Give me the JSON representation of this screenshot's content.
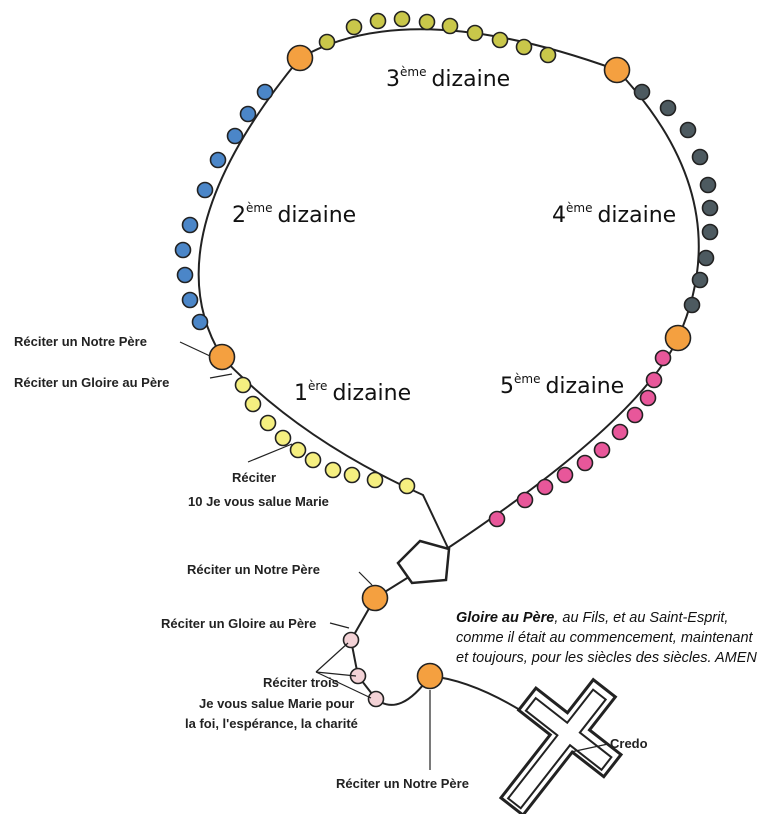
{
  "dizaines": [
    {
      "prefix": "1",
      "sup": "ère",
      "word": "dizaine"
    },
    {
      "prefix": "2",
      "sup": "ème",
      "word": "dizaine"
    },
    {
      "prefix": "3",
      "sup": "ème",
      "word": "dizaine"
    },
    {
      "prefix": "4",
      "sup": "ème",
      "word": "dizaine"
    },
    {
      "prefix": "5",
      "sup": "ème",
      "word": "dizaine"
    }
  ],
  "labels": {
    "notre_pere_top": "Réciter un Notre Père",
    "gloire_top": "Réciter un Gloire au Père",
    "reciter": "Réciter",
    "ten_ave": "10 Je vous salue Marie",
    "notre_pere_mid": "Réciter un Notre Père",
    "gloire_mid": "Réciter un Gloire au Père",
    "trois_1": "Réciter trois",
    "trois_2": "Je vous salue Marie pour",
    "trois_3": "la foi, l'espérance, la charité",
    "notre_pere_bottom": "Réciter un Notre Père",
    "credo": "Credo"
  },
  "prayer": {
    "bold": "Gloire au Père",
    "rest": ", au Fils, et au Saint-Esprit, comme il était au commencement, maintenant et toujours, pour les siècles des siècles. AMEN"
  },
  "colors": {
    "ave_1": "#f5ef80",
    "ave_2": "#4b86c8",
    "ave_3": "#c9c74a",
    "ave_4": "#4d5a60",
    "ave_5": "#e8579a",
    "pater": "#f4a040",
    "intro_ave": "#f3d2d6",
    "line": "#222222"
  }
}
